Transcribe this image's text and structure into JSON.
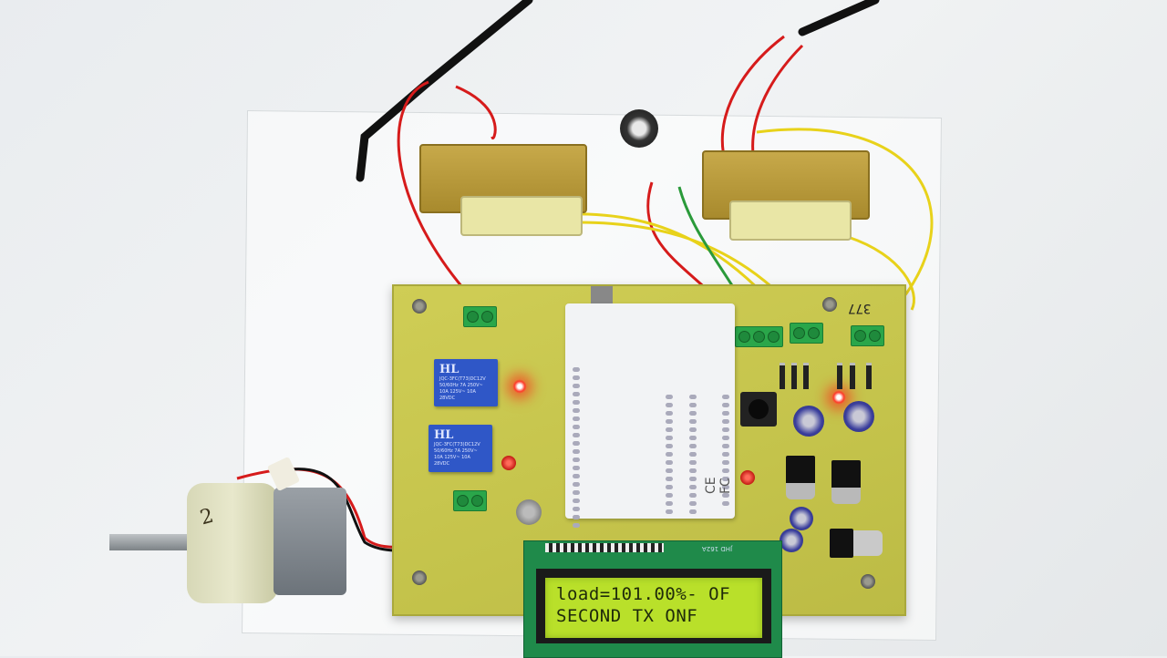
{
  "scene": {
    "description": "Arduino-based transformer load-sharing / protection project on a yellow PCB",
    "background_color": "#eceff1",
    "pcb_color": "#c9c84f"
  },
  "lcd": {
    "line1": "load=101.00%- OF",
    "line2": "SECOND TX ONF",
    "model_label": "JHD 162A",
    "backlight_color": "#b9e02a"
  },
  "board": {
    "number_label": "377"
  },
  "relays": [
    {
      "brand": "HL",
      "spec": "JQC-3FC(T73)DC12V 50/60Hz  7A 250V~ 10A 125V~ 10A 28VDC"
    },
    {
      "brand": "HL",
      "spec": "JQC-3FC(T73)DC12V 50/60Hz  7A 250V~ 10A 125V~ 10A 28VDC"
    }
  ],
  "motor": {
    "label": "2"
  },
  "arduino": {
    "marks": "CE FC"
  },
  "leds": [
    {
      "name": "relay1-led",
      "state": "on",
      "color": "#ff2a1a"
    },
    {
      "name": "relay2-led",
      "state": "off",
      "color": "#d11f15"
    },
    {
      "name": "power-led",
      "state": "on",
      "color": "#ff2a1a"
    },
    {
      "name": "status-led",
      "state": "off",
      "color": "#d11f15"
    }
  ]
}
